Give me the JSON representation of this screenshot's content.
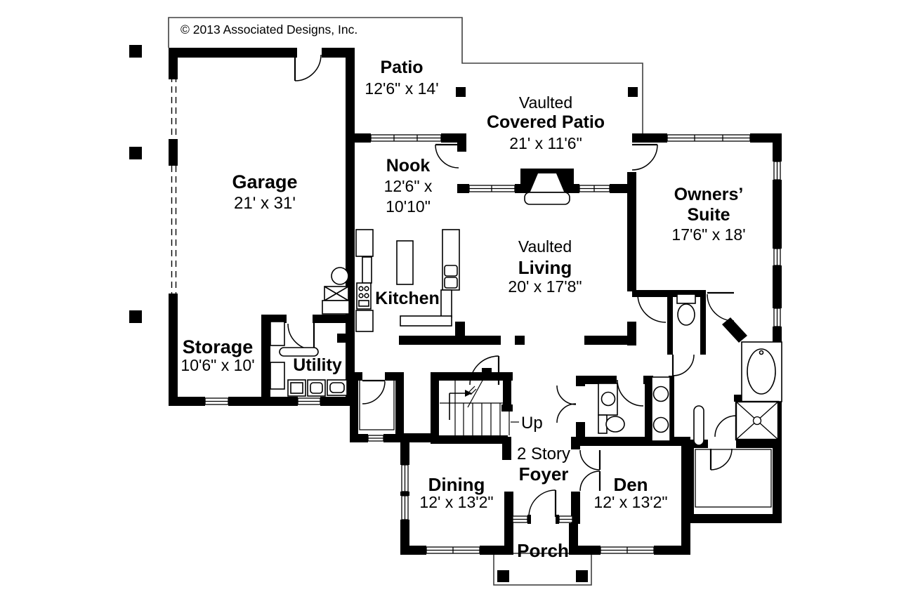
{
  "meta": {
    "copyright": "© 2013 Associated Designs, Inc."
  },
  "colors": {
    "wall": "#000000",
    "thin_line": "#404040",
    "background": "#ffffff"
  },
  "rooms": {
    "patio": {
      "name": "Patio",
      "dims": "12'6\" x 14'"
    },
    "covered_patio": {
      "prefix": "Vaulted",
      "name": "Covered Patio",
      "dims": "21' x 11'6\""
    },
    "nook": {
      "name": "Nook",
      "dims_line1": "12'6\" x",
      "dims_line2": "10'10\""
    },
    "garage": {
      "name": "Garage",
      "dims": "21' x 31'"
    },
    "owners_suite": {
      "name_line1": "Owners’",
      "name_line2": "Suite",
      "dims": "17'6\" x 18'"
    },
    "living": {
      "prefix": "Vaulted",
      "name": "Living",
      "dims": "20' x 17'8\""
    },
    "kitchen": {
      "name": "Kitchen"
    },
    "storage": {
      "name": "Storage",
      "dims": "10'6\" x 10'"
    },
    "utility": {
      "name": "Utility"
    },
    "stairs": {
      "direction_label": "Up"
    },
    "foyer": {
      "prefix": "2 Story",
      "name": "Foyer"
    },
    "dining": {
      "name": "Dining",
      "dims": "12' x 13'2\""
    },
    "den": {
      "name": "Den",
      "dims": "12' x 13'2\""
    },
    "porch": {
      "name": "Porch"
    }
  }
}
